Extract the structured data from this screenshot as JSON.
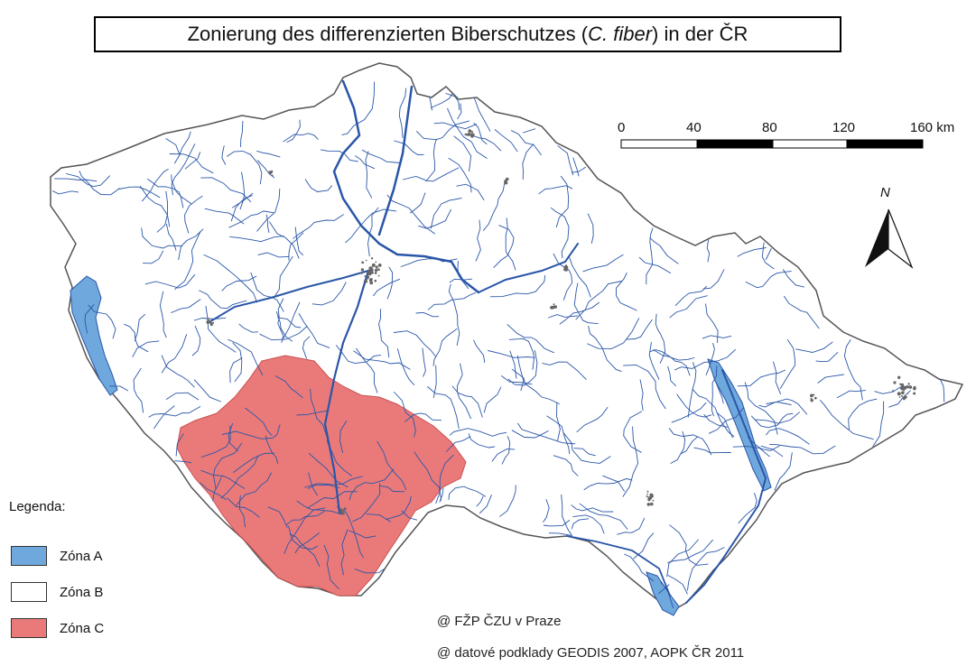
{
  "title": {
    "prefix": "Zonierung des differenzierten Biberschutzes (",
    "species": "C. fiber",
    "suffix": ") in der ČR"
  },
  "scale_bar": {
    "ticks": [
      "0",
      "40",
      "80",
      "120",
      "160 km"
    ]
  },
  "north_arrow": {
    "label": "N",
    "icon": "north-arrow-icon"
  },
  "legend": {
    "title": "Legenda:",
    "items": [
      {
        "label": "Zóna A",
        "color": "#6fa8dc"
      },
      {
        "label": "Zóna B",
        "color": "#ffffff"
      },
      {
        "label": "Zóna C",
        "color": "#ea7a7a"
      }
    ]
  },
  "credits": [
    "@ FŽP ČZU v Praze",
    "@ datové podklady GEODIS 2007, AOPK ČR 2011"
  ],
  "colors": {
    "river": "#2a56a8",
    "border": "#555555",
    "zone_a": "#6fa8dc",
    "zone_c": "#ea7a7a",
    "settlement": "#666666"
  }
}
